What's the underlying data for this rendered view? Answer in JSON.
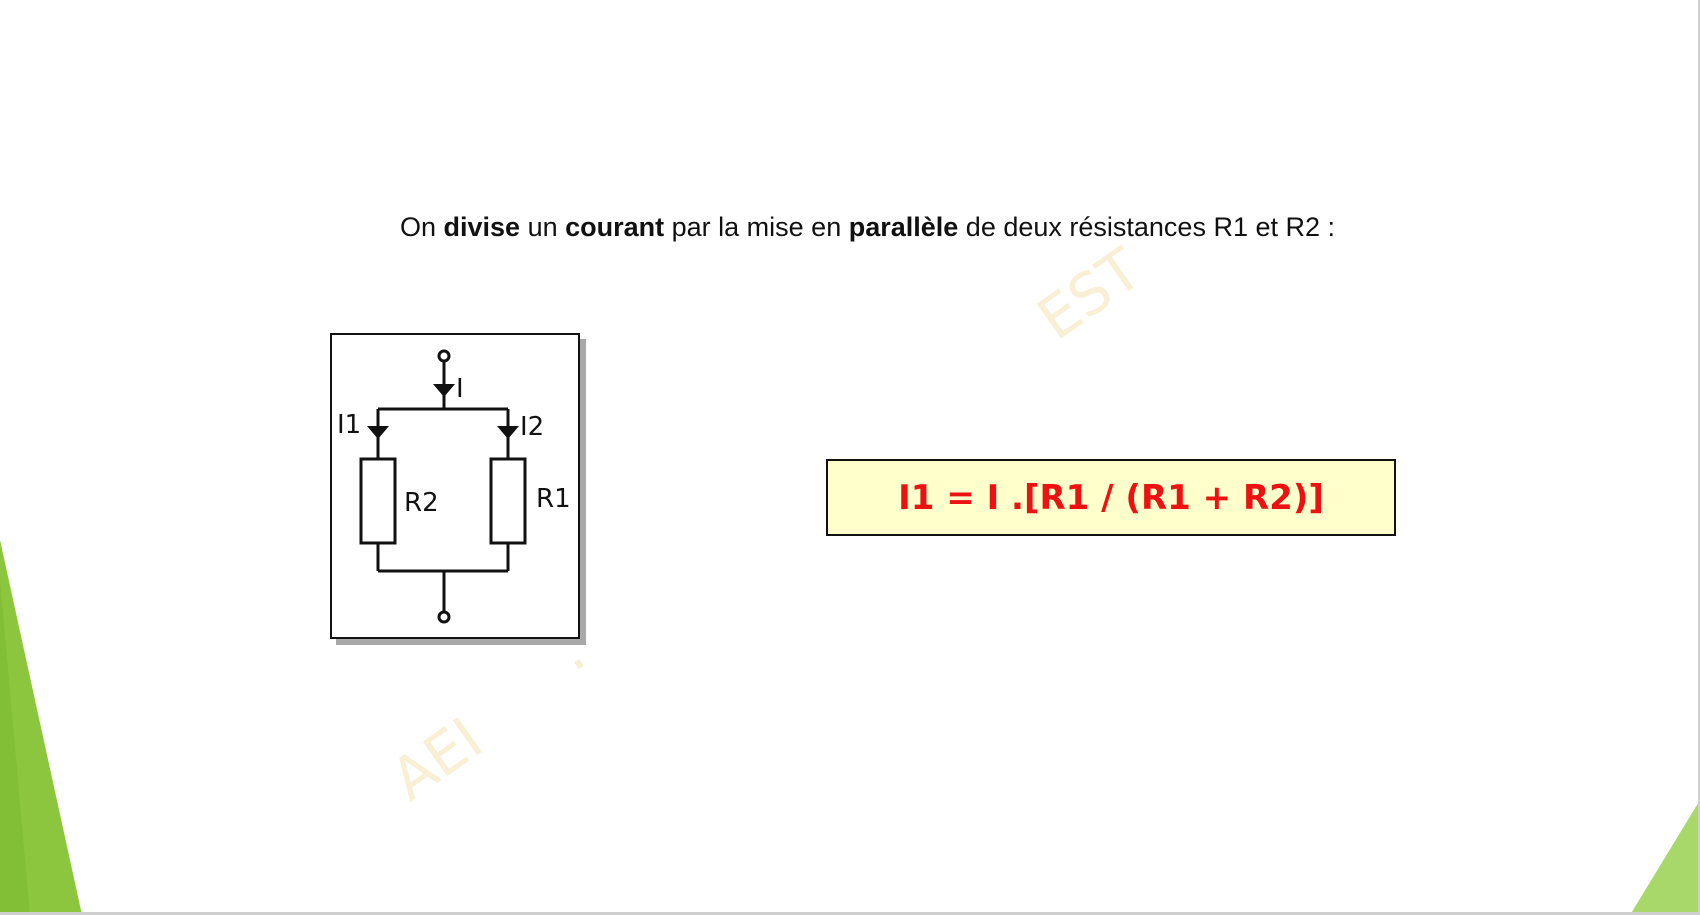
{
  "intro": {
    "t1": "On ",
    "b1": "divise",
    "t2": " un ",
    "b2": "courant",
    "t3": " par la mise en ",
    "b3": "parallèle",
    "t4": " de deux résistances R1 et R2 :"
  },
  "circuit": {
    "label_i": "I",
    "label_i1": "I1",
    "label_i2": "I2",
    "label_r2": "R2",
    "label_r1": "R1"
  },
  "formula": "I1 = I .[R1 / (R1 + R2)]",
  "watermark": {
    "left": "AEI",
    "right": "EST"
  },
  "colors": {
    "accent_green": "#8cc63f",
    "formula_text": "#ee1111",
    "formula_bg": "#ffffcc"
  }
}
